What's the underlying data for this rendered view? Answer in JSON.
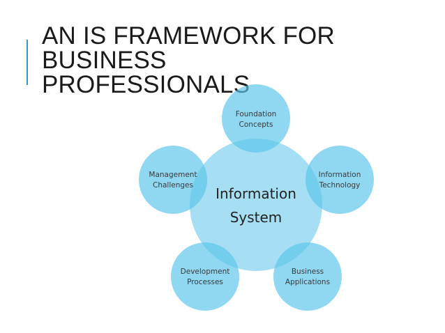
{
  "slide": {
    "title": "AN IS FRAMEWORK FOR\nBUSINESS\nPROFESSIONALS",
    "accent_color": "#2c9bd0",
    "circle_color": "#5cc4ea"
  },
  "diagram": {
    "center": {
      "line1": "Information",
      "line2": "System"
    },
    "nodes": [
      {
        "line1": "Foundation",
        "line2": "Concepts"
      },
      {
        "line1": "Information",
        "line2": "Technology"
      },
      {
        "line1": "Business",
        "line2": "Applications"
      },
      {
        "line1": "Development",
        "line2": "Processes"
      },
      {
        "line1": "Management",
        "line2": "Challenges"
      }
    ]
  }
}
